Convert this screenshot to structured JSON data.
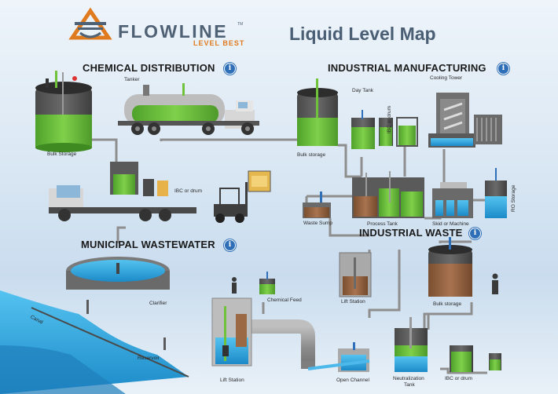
{
  "header": {
    "brand": "FLOWLINE",
    "brand_tm": "TM",
    "tagline": "LEVEL BEST",
    "title": "Liquid Level Map"
  },
  "sections": {
    "chemical": "CHEMICAL DISTRIBUTION",
    "manufacturing": "INDUSTRIAL MANUFACTURING",
    "wastewater": "MUNICIPAL WASTEWATER",
    "waste": "INDUSTRIAL WASTE"
  },
  "labels": {
    "tanker": "Tanker",
    "bulk_storage_chem": "Bulk Storage",
    "ibc_chem": "IBC or drum",
    "day_tank": "Day Tank",
    "cooling_tower": "Cooling Tower",
    "bulk_storage_mfg": "Bulk storage",
    "ibc_mfg": "IBC or drum",
    "process_tank": "Process Tank",
    "skid": "Skid or Machine",
    "ro_storage": "RO Storage",
    "waste_sump": "Waste Sump",
    "clarifier": "Clarifier",
    "chemical_feed": "Chemical Feed",
    "canal": "Canal",
    "reservoir": "Reservoir",
    "lift_station_muni": "Lift Station",
    "lift_station_waste": "Lift Station",
    "bulk_storage_waste": "Bulk storage",
    "open_channel": "Open Channel",
    "neutralization_1": "Neutralization",
    "neutralization_2": "Tank",
    "ibc_waste": "IBC or drum"
  },
  "info_icon": "i",
  "colors": {
    "brand_orange": "#e07a1e",
    "title_blue": "#4a5e74",
    "info_blue": "#2f6fb8",
    "liquid_green": "#6fc23a",
    "waste_brown": "#9b6a45",
    "water_blue": "#35a7dc",
    "tank_gray": "#5a5a5a",
    "pipe_gray": "#8e8e8e"
  }
}
